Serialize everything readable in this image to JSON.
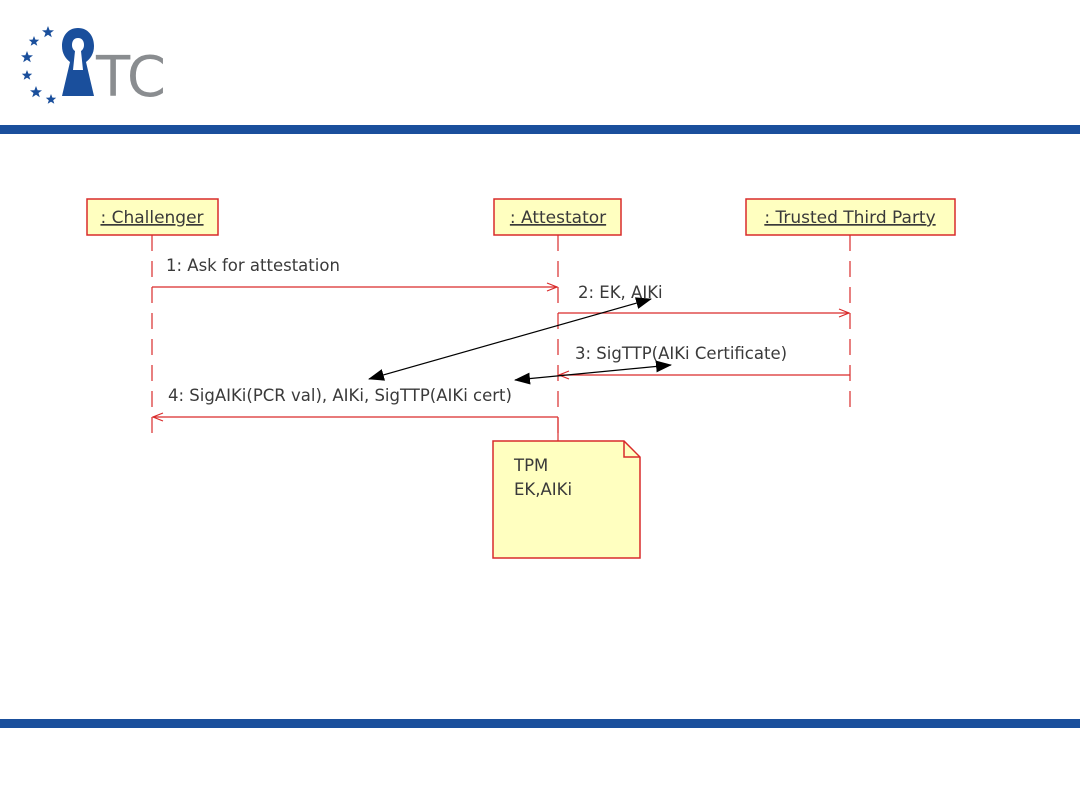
{
  "logo": {
    "text": "TC"
  },
  "colors": {
    "bar": "#1a4f9c",
    "logo_blue": "#1a4f9c",
    "logo_gray": "#8a8d90",
    "uml_red": "#d92b2b",
    "uml_fill": "#ffffc0",
    "text": "#3a3a3a",
    "pointer": "#000000"
  },
  "diagram": {
    "lifelines": [
      {
        "id": "challenger",
        "label": ": Challenger"
      },
      {
        "id": "attestator",
        "label": ": Attestator"
      },
      {
        "id": "ttp",
        "label": ": Trusted Third Party"
      }
    ],
    "messages": [
      {
        "id": "m1",
        "label": "1: Ask for attestation",
        "from": "challenger",
        "to": "attestator"
      },
      {
        "id": "m2",
        "label": "2: EK, AIKi",
        "from": "attestator",
        "to": "ttp"
      },
      {
        "id": "m3",
        "label": "3: SigTTP(AIKi Certificate)",
        "from": "ttp",
        "to": "attestator"
      },
      {
        "id": "m4",
        "label": "4: SigAIKi(PCR val), AIKi, SigTTP(AIKi cert)",
        "from": "attestator",
        "to": "challenger"
      }
    ],
    "note": {
      "lines": [
        "TPM",
        "EK,AIKi"
      ]
    }
  }
}
